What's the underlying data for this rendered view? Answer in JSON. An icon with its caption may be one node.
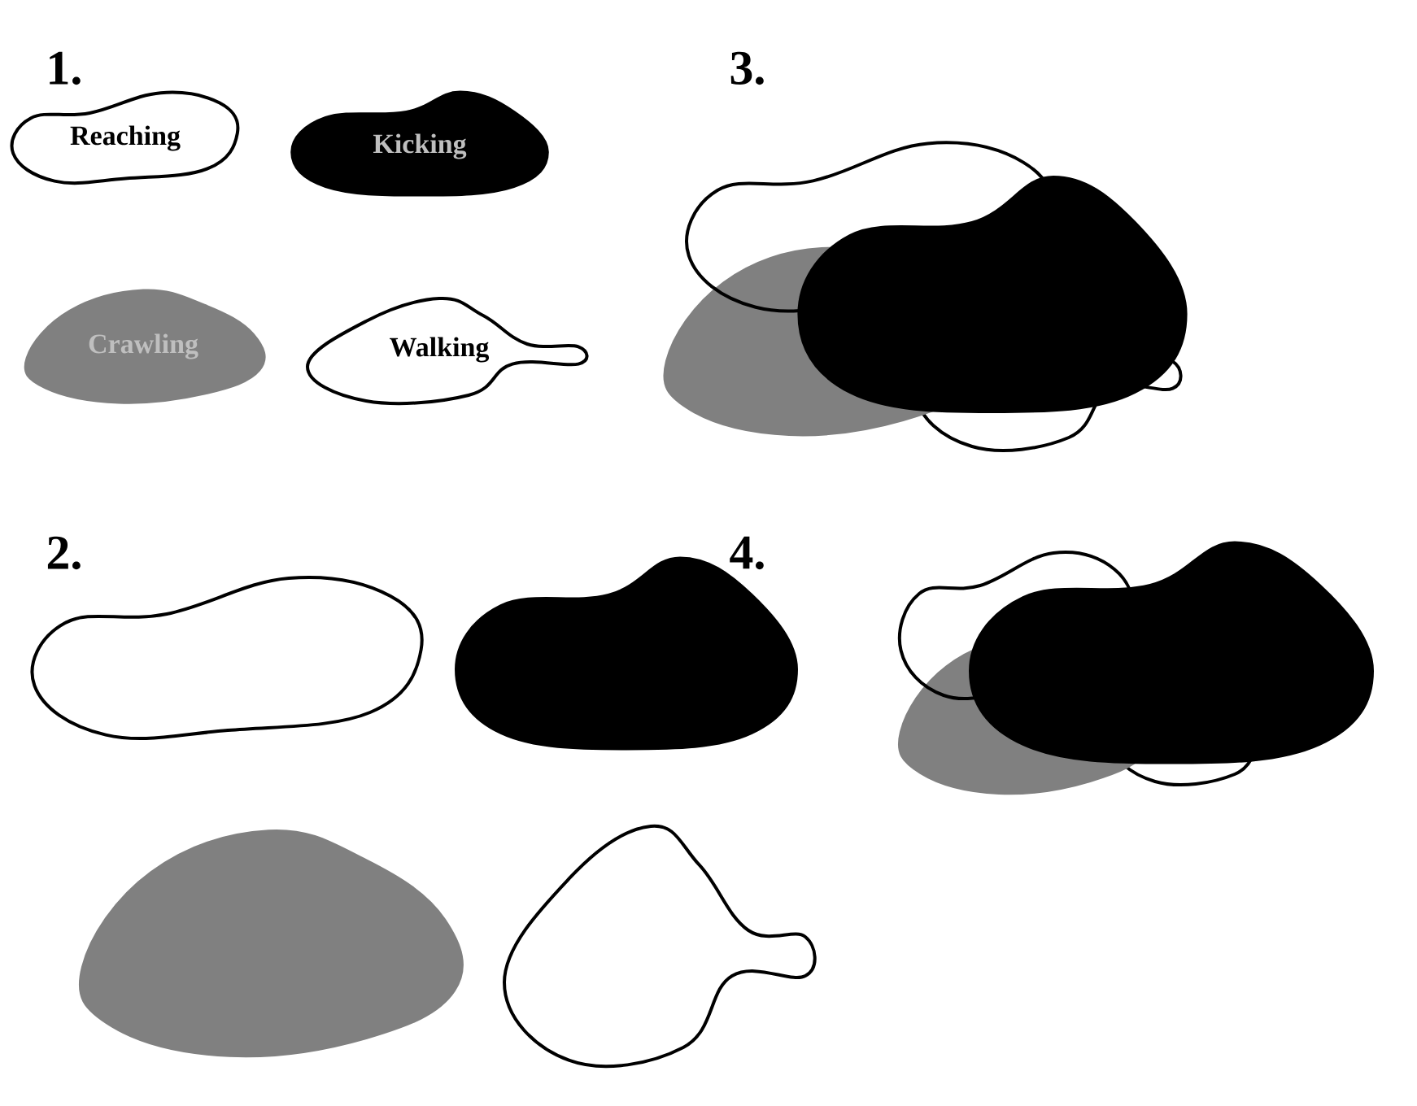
{
  "diagram": {
    "nodes": [
      {
        "text": [
          "Reaching"
        ]
      },
      {
        "text": [
          "Kicking"
        ]
      },
      {
        "text": [
          "Crawling"
        ]
      },
      {
        "text": [
          "Walking"
        ]
      },
      {
        "text": [],
        "shape": "blob"
      },
      {
        "text": [],
        "shape": "blob"
      },
      {
        "text": [],
        "shape": "blob"
      },
      {
        "text": [],
        "shape": "blob"
      }
    ],
    "labels": [
      "1.",
      "3.",
      "2.",
      "4."
    ]
  }
}
